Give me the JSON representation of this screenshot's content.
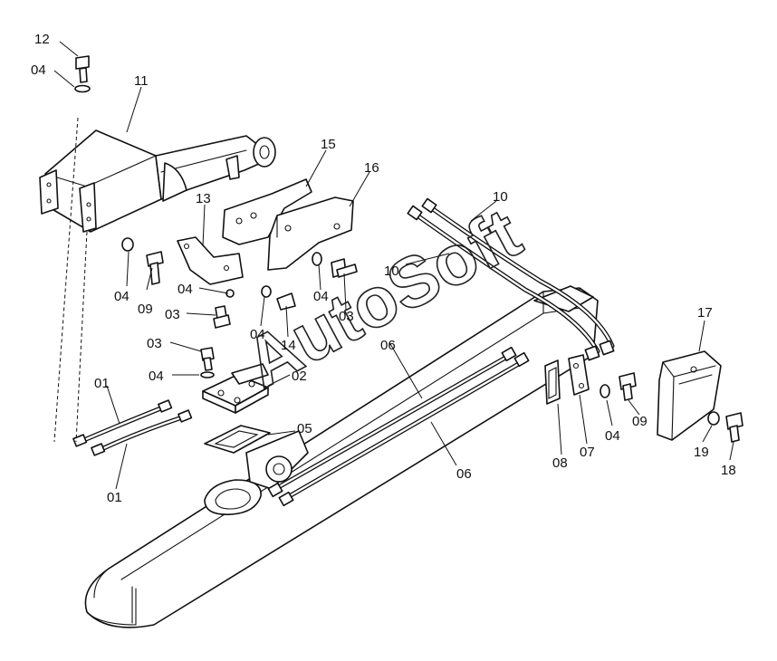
{
  "watermark": "AutoSoft",
  "labels": [
    {
      "id": "12a",
      "text": "12"
    },
    {
      "id": "04a",
      "text": "04"
    },
    {
      "id": "11",
      "text": "11"
    },
    {
      "id": "15",
      "text": "15"
    },
    {
      "id": "16",
      "text": "16"
    },
    {
      "id": "13",
      "text": "13"
    },
    {
      "id": "10a",
      "text": "10"
    },
    {
      "id": "10b",
      "text": "10"
    },
    {
      "id": "04b",
      "text": "04"
    },
    {
      "id": "09a",
      "text": "09"
    },
    {
      "id": "04c",
      "text": "04"
    },
    {
      "id": "03a",
      "text": "03"
    },
    {
      "id": "04d",
      "text": "04"
    },
    {
      "id": "03b",
      "text": "03"
    },
    {
      "id": "04e",
      "text": "04"
    },
    {
      "id": "14",
      "text": "14"
    },
    {
      "id": "06a",
      "text": "06"
    },
    {
      "id": "03c",
      "text": "03"
    },
    {
      "id": "04f",
      "text": "04"
    },
    {
      "id": "02",
      "text": "02"
    },
    {
      "id": "17",
      "text": "17"
    },
    {
      "id": "01a",
      "text": "01"
    },
    {
      "id": "01b",
      "text": "01"
    },
    {
      "id": "05",
      "text": "05"
    },
    {
      "id": "06b",
      "text": "06"
    },
    {
      "id": "08",
      "text": "08"
    },
    {
      "id": "07",
      "text": "07"
    },
    {
      "id": "04g",
      "text": "04"
    },
    {
      "id": "09b",
      "text": "09"
    },
    {
      "id": "19",
      "text": "19"
    },
    {
      "id": "18",
      "text": "18"
    }
  ]
}
